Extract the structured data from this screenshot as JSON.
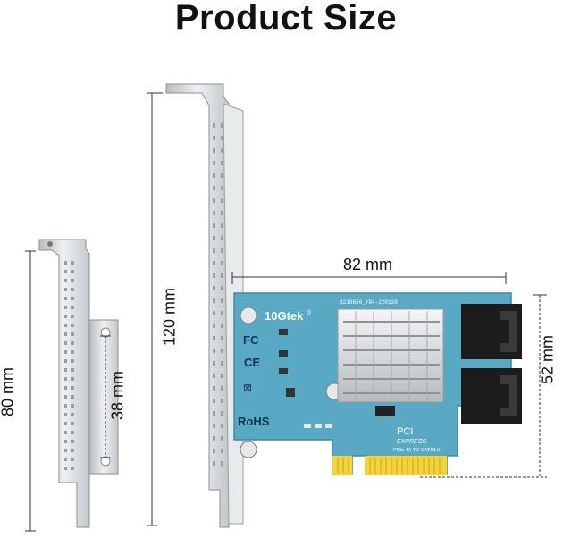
{
  "title": "Product Size",
  "dimensions": {
    "width": "82 mm",
    "height": "52 mm",
    "full_bracket": "120 mm",
    "low_bracket": "80 mm",
    "low_bracket_holes": "38 mm"
  },
  "card": {
    "brand": "10Gtek",
    "registered": "®",
    "serial": "8218650_Y84-220120",
    "rohs": "RoHS",
    "pci_line1": "PCI",
    "pci_line2": "EXPRESS",
    "pci_line3": "PCIe 1X TO SATA3.0"
  },
  "colors": {
    "pcb": "#5aa9c4",
    "gold": "#f3d23a",
    "connector": "#1c1c1c",
    "bracket": "#d8dadc"
  }
}
